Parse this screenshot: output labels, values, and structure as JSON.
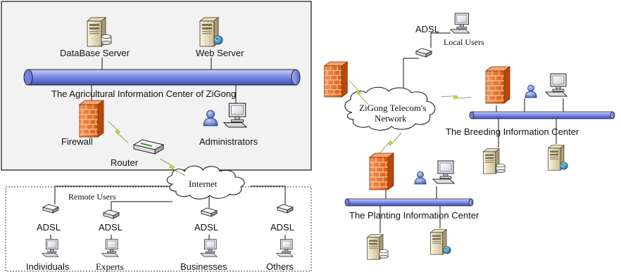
{
  "labels": {
    "database_server": "DataBase Server",
    "web_server": "Web Server",
    "agri_center": "The Agricultural Information Center of ZiGong",
    "firewall": "Firewall",
    "administrators": "Administrators",
    "router": "Router",
    "internet": "Internet",
    "remote_users": "Remote Users",
    "adsl": "ADSL",
    "individuals": "Individuals",
    "experts": "Experts",
    "businesses": "Businesses",
    "others": "Others",
    "local_users": "Local Users",
    "telecom_line1": "ZiGong Telecom's",
    "telecom_line2": "Network",
    "breeding_center": "The Breeding Information Center",
    "planting_center": "The Planting Information Center"
  },
  "colors": {
    "bus_fill": "#7f8fe6",
    "center_box_fill": "#f2f2f2",
    "firewall_fill": "#f07a2a",
    "brick_line": "#ffd9b8",
    "lightning": "#f2f200",
    "server_fill": "#efe6c7"
  },
  "icons": {
    "server": "server-icon",
    "database": "database-icon",
    "globe": "globe-icon",
    "firewall": "firewall-icon",
    "router": "router-icon",
    "adsl_modem": "adsl-modem-icon",
    "computer": "computer-icon",
    "user": "user-icon",
    "cloud": "cloud-icon",
    "lightning": "lightning-icon"
  }
}
